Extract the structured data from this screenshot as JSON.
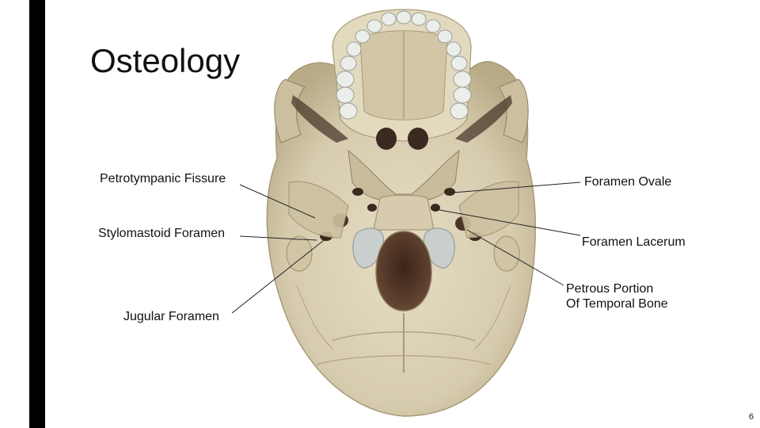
{
  "slide": {
    "title": "Osteology",
    "page_number": "6"
  },
  "labels": {
    "petrotympanic_fissure": "Petrotympanic Fissure",
    "stylomastoid_foramen": "Stylomastoid Foramen",
    "jugular_foramen": "Jugular Foramen",
    "foramen_ovale": "Foramen Ovale",
    "foramen_lacerum": "Foramen Lacerum",
    "petrous_portion_line1": "Petrous Portion",
    "petrous_portion_line2": "Of Temporal Bone"
  },
  "colors": {
    "bone": "#d9cfb3",
    "bone_shadow": "#b8ab8a",
    "bone_dark": "#5a4a3a",
    "condyle": "#c9cfcc",
    "accent_bar": "#000000"
  }
}
